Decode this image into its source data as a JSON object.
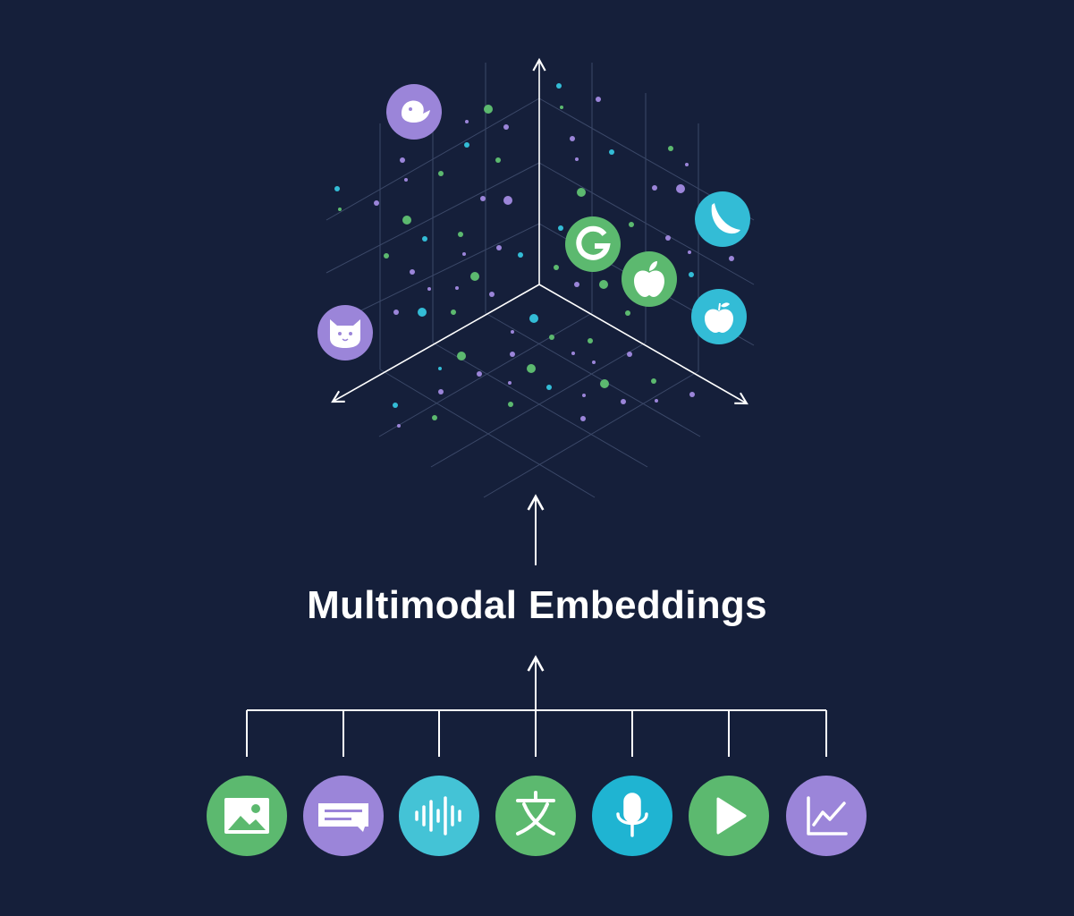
{
  "title": "Multimodal Embeddings",
  "colors": {
    "background": "#151f3a",
    "green": "#5cb96f",
    "purple": "#9b85d9",
    "cyan": "#33bcd6",
    "line": "#ffffff",
    "grid": "#3b4868"
  },
  "cluster_icons": [
    {
      "name": "bird-icon",
      "color": "purple"
    },
    {
      "name": "cat-icon",
      "color": "purple"
    },
    {
      "name": "google-icon",
      "color": "green"
    },
    {
      "name": "apple-logo-icon",
      "color": "green"
    },
    {
      "name": "banana-icon",
      "color": "cyan"
    },
    {
      "name": "apple-fruit-icon",
      "color": "cyan"
    }
  ],
  "modalities": [
    {
      "name": "image-icon",
      "color": "green"
    },
    {
      "name": "chat-message-icon",
      "color": "purple"
    },
    {
      "name": "audio-waveform-icon",
      "color": "cyan"
    },
    {
      "name": "translate-icon",
      "color": "green"
    },
    {
      "name": "microphone-icon",
      "color": "cyan"
    },
    {
      "name": "play-icon",
      "color": "green"
    },
    {
      "name": "line-chart-icon",
      "color": "purple"
    }
  ]
}
